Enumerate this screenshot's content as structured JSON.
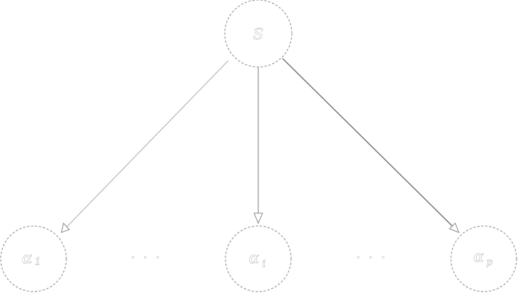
{
  "nodes": {
    "root": {
      "main": "S",
      "sub": ""
    },
    "child_first": {
      "main": "α",
      "sub": "1"
    },
    "child_middle": {
      "main": "α",
      "sub": "i"
    },
    "child_last": {
      "main": "α",
      "sub": "p"
    }
  },
  "ellipses": {
    "left": "· · ·",
    "right": "· · ·"
  },
  "edges": [
    {
      "from": "S",
      "to": "α1"
    },
    {
      "from": "S",
      "to": "αi"
    },
    {
      "from": "S",
      "to": "αp"
    }
  ]
}
